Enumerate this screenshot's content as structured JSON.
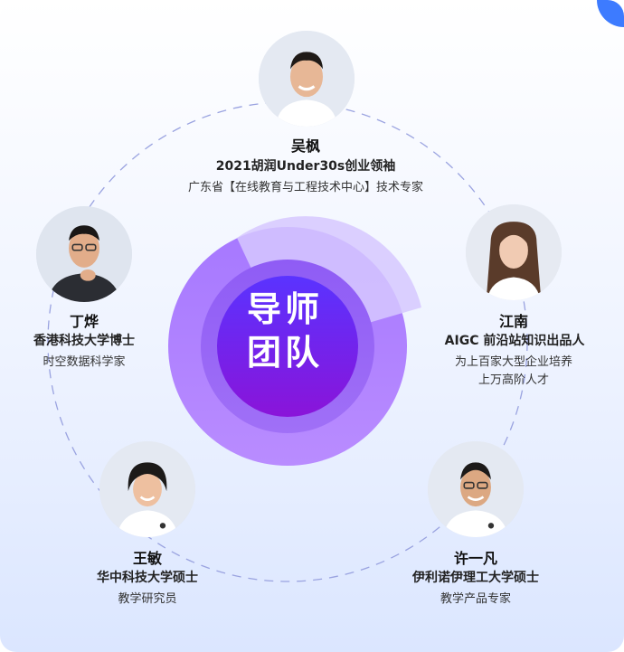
{
  "title": "导师团队",
  "title_line1": "导师",
  "title_line2": "团队",
  "colors": {
    "accent_purple": "#7b2ff0",
    "ring_light": "#c9b6ff",
    "corner_blue": "#3d7bff"
  },
  "mentors": [
    {
      "name": "吴枫",
      "line1": "2021胡润Under30s创业领袖",
      "line2": "广东省【在线教育与工程技术中心】技术专家"
    },
    {
      "name": "丁烨",
      "line1": "香港科技大学博士",
      "line2": "时空数据科学家"
    },
    {
      "name": "江南",
      "line1": "AIGC 前沿站知识出品人",
      "line2": "为上百家大型企业培养",
      "line3": "上万高阶人才"
    },
    {
      "name": "王敏",
      "line1": "华中科技大学硕士",
      "line2": "教学研究员"
    },
    {
      "name": "许一凡",
      "line1": "伊利诺伊理工大学硕士",
      "line2": "教学产品专家"
    }
  ]
}
